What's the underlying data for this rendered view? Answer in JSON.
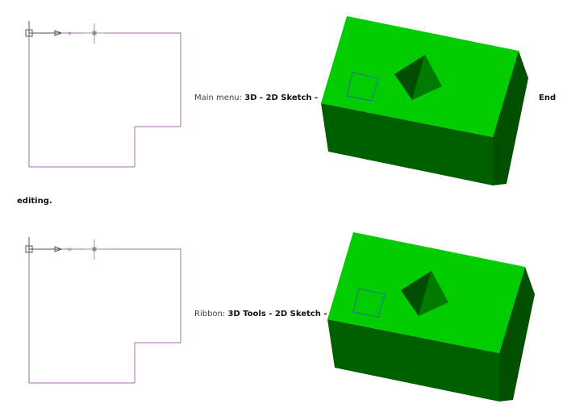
{
  "step1": {
    "prefix": "Main menu:",
    "path": "3D - 2D Sketch -",
    "suffix": "End",
    "continuation": "editing."
  },
  "step2": {
    "prefix": "Ribbon:",
    "path": "3D Tools - 2D Sketch -"
  },
  "colors": {
    "sketch_line": "#a070a8",
    "box_top": "#00cc00",
    "box_side": "#005500",
    "box_front": "#006600"
  }
}
